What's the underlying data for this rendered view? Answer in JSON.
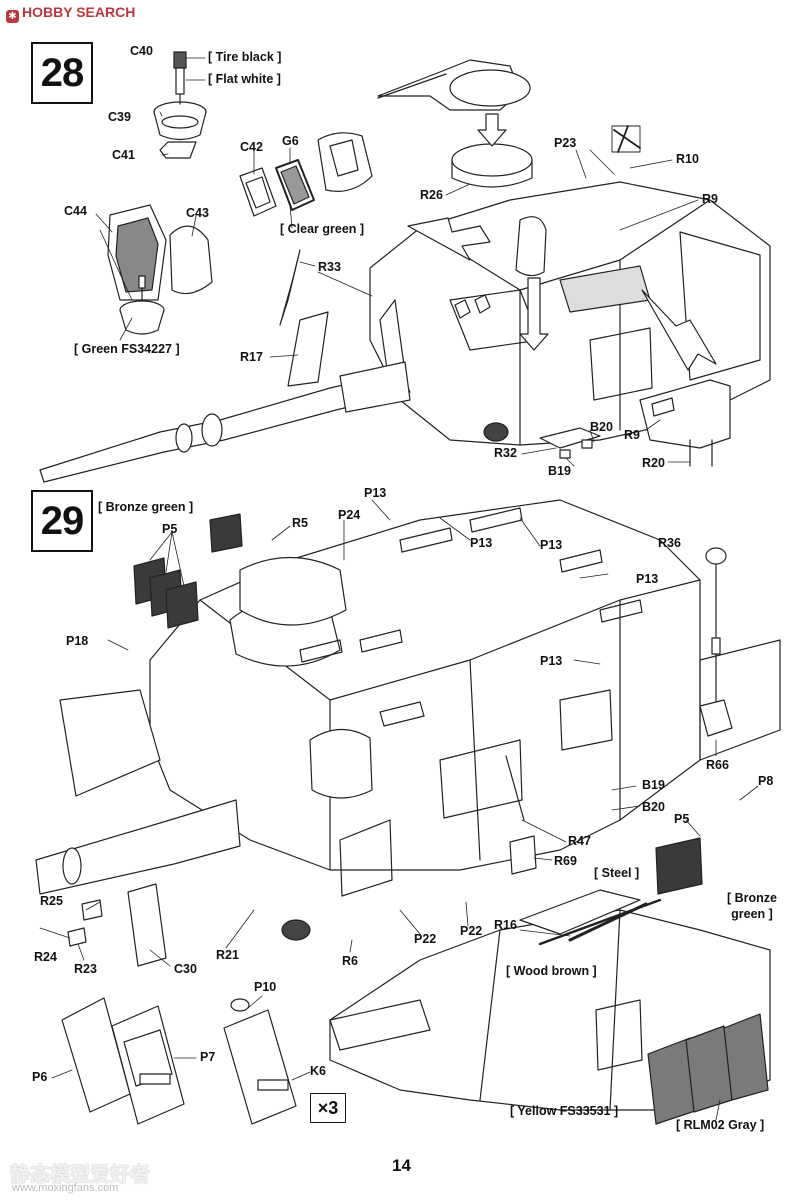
{
  "header": {
    "site": "HOBBY SEARCH",
    "icon": "hobby-search-logo-icon"
  },
  "step28": {
    "number": "28",
    "notes": {
      "tire_black": "[ Tire black ]",
      "flat_white": "[ Flat white ]",
      "clear_green": "[ Clear green ]",
      "green_fs": "[ Green FS34227 ]"
    },
    "parts": {
      "C40": "C40",
      "C39": "C39",
      "C41": "C41",
      "C42": "C42",
      "G6": "G6",
      "C44": "C44",
      "C43": "C43",
      "R33": "R33",
      "R17": "R17",
      "R26": "R26",
      "P23": "P23",
      "R10": "R10",
      "R9a": "R9",
      "R9b": "R9",
      "B20": "B20",
      "R32": "R32",
      "B19": "B19",
      "R20": "R20"
    }
  },
  "step29": {
    "number": "29",
    "notes": {
      "bronze_green_1": "[ Bronze green ]",
      "steel": "[ Steel ]",
      "bronze_green_2a": "[ Bronze",
      "bronze_green_2b": "green ]",
      "wood_brown": "[ Wood brown ]",
      "yellow_fs": "[ Yellow FS33531 ]",
      "rlm02": "[ RLM02 Gray ]"
    },
    "parts": {
      "P13a": "P13",
      "P13b": "P13",
      "P13c": "P13",
      "P13d": "P13",
      "P13e": "P13",
      "P24": "P24",
      "R5": "R5",
      "P5a": "P5",
      "P5b": "P5",
      "R36": "R36",
      "P18": "P18",
      "R66": "R66",
      "B19": "B19",
      "B20": "B20",
      "P8": "P8",
      "R47": "R47",
      "R69": "R69",
      "R25": "R25",
      "R24": "R24",
      "R23": "R23",
      "C30": "C30",
      "R21": "R21",
      "R6": "R6",
      "P22a": "P22",
      "P22b": "P22",
      "R16": "R16",
      "P10": "P10",
      "P6": "P6",
      "P7": "P7",
      "K6": "K6"
    },
    "multiplier": "×3"
  },
  "page_number": "14",
  "watermark": {
    "text": "静态模型爱好者",
    "url": "www.moxingfans.com"
  }
}
